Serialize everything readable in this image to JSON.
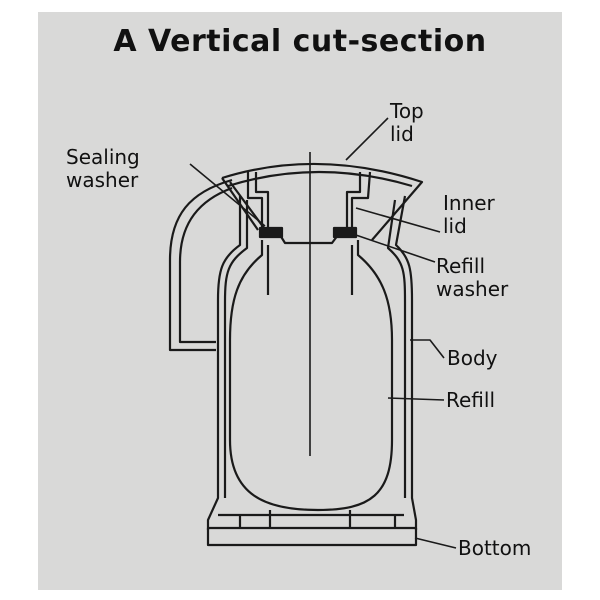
{
  "title": "A Vertical cut-section",
  "labels": {
    "top_lid": [
      "Top",
      "lid"
    ],
    "sealing_washer": [
      "Sealing",
      "washer"
    ],
    "inner_lid": [
      "Inner",
      "lid"
    ],
    "refill_washer": [
      "Refill",
      "washer"
    ],
    "body": "Body",
    "refill": "Refill",
    "bottom": "Bottom"
  }
}
